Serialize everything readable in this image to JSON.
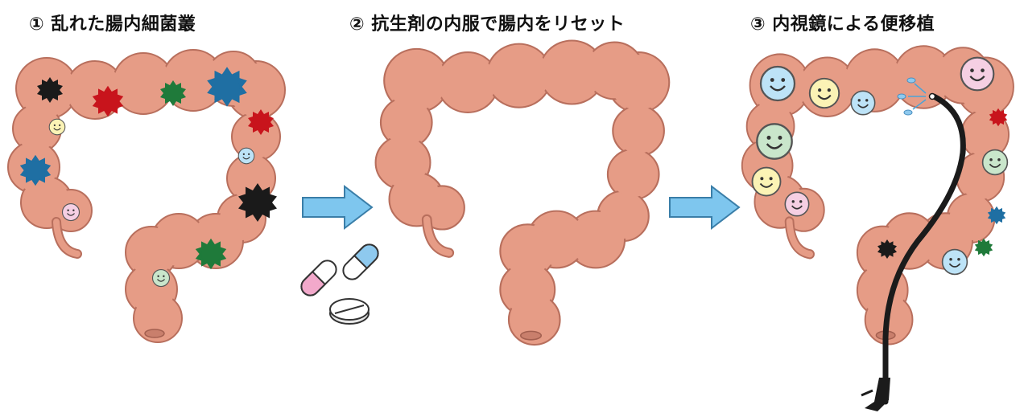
{
  "panels": [
    {
      "title": "① 乱れた腸内細菌叢"
    },
    {
      "title": "② 抗生剤の内服で腸内をリセット"
    },
    {
      "title": "③ 内視鏡による便移植"
    }
  ],
  "colors": {
    "intestine": "#e69c86",
    "intestine_outline": "#b86f5d",
    "arrow": "#7ec6ee",
    "bad_black": "#1a1a1a",
    "bad_red": "#c8141c",
    "bad_green": "#1f7a3a",
    "bad_blue": "#1f6fa3",
    "good_blue": "#bde3f7",
    "good_yellow": "#fbf3b5",
    "good_green": "#c9e6cb",
    "good_pink": "#f5cfe3",
    "capsule_pink": "#f2a9cb",
    "capsule_blue": "#8ec9ee",
    "endoscope": "#1b1b1b"
  },
  "icons": [
    "spiky-bad-bacteria-icon",
    "smiling-good-bacteria-icon",
    "capsule-icon",
    "tablet-icon",
    "endoscope-icon",
    "arrow-right-icon"
  ]
}
